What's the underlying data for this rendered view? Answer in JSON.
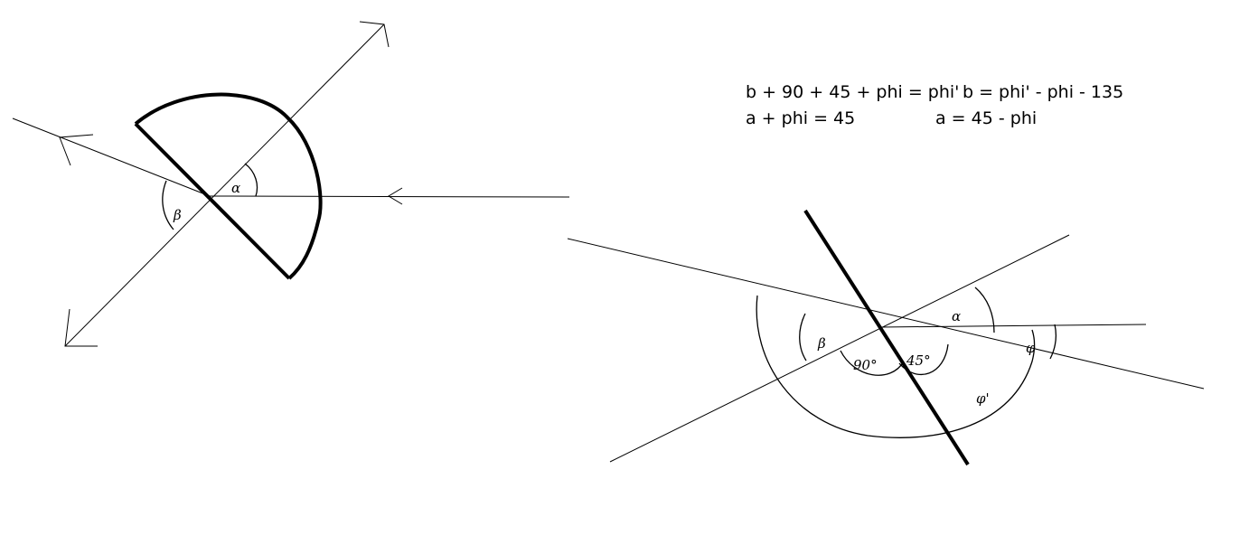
{
  "equations": {
    "line1_left": "b + 90 + 45 + phi = phi'",
    "line1_right": "b = phi' - phi - 135",
    "line2_left": "a + phi = 45",
    "line2_right": "a = 45 - phi"
  },
  "left_figure": {
    "alpha_label": "α",
    "beta_label": "β"
  },
  "right_figure": {
    "alpha_label": "α",
    "beta_label": "β",
    "angle_90_label": "90°",
    "angle_45_label": "45°",
    "phi_prime_label": "φ'",
    "phi_label": "φ"
  },
  "colors": {
    "ink": "#000000",
    "background": "#ffffff"
  }
}
